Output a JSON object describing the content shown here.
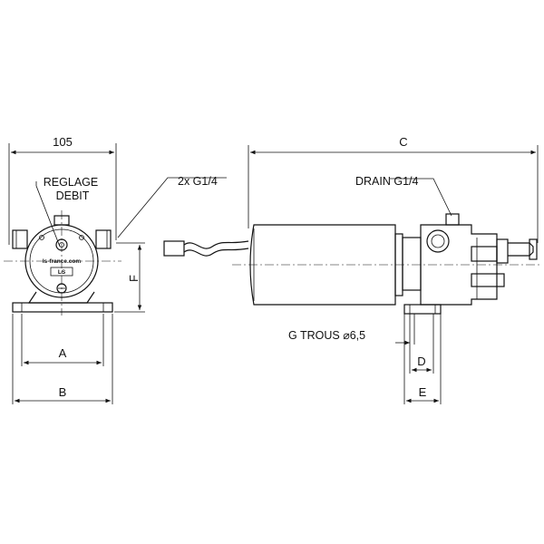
{
  "dimensions": {
    "width_105": "105",
    "c": "C",
    "a": "A",
    "b": "B",
    "d": "D",
    "e": "E",
    "f": "F"
  },
  "annotations": {
    "reglage_line1": "REGLAGE",
    "reglage_line2": "DEBIT",
    "ports": "2x  G1/4",
    "drain": "DRAIN  G1/4",
    "trous": "G  TROUS  ⌀6,5"
  },
  "logo": {
    "site": "ls-france.com",
    "mark": "LS"
  },
  "colors": {
    "ink": "#111111",
    "background": "#ffffff"
  }
}
